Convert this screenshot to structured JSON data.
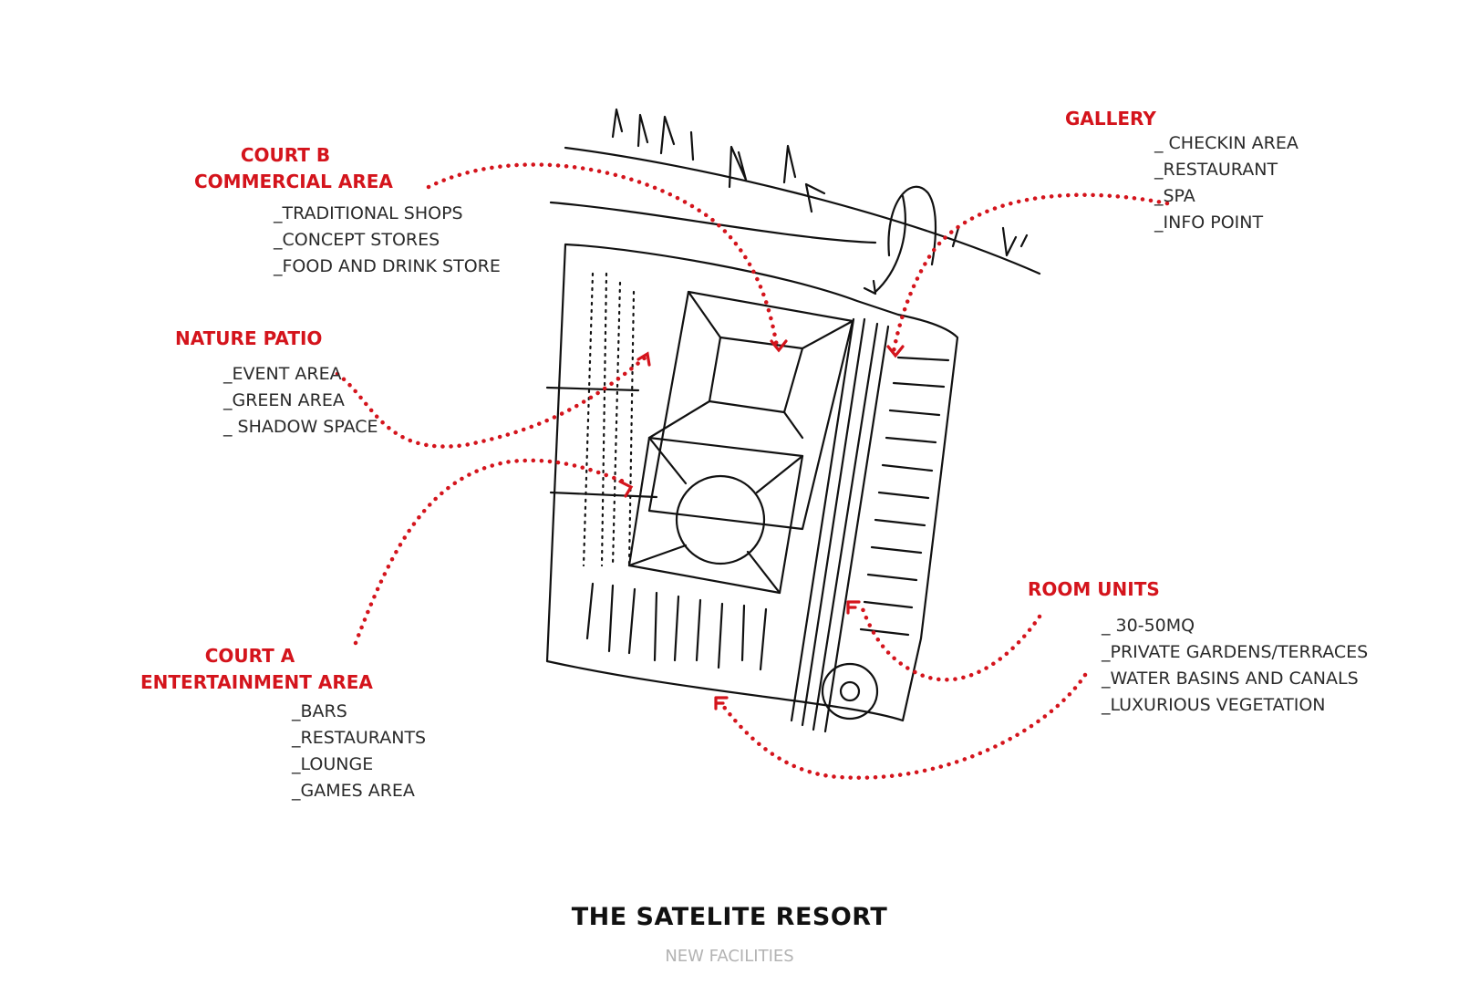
{
  "title": "THE SATELITE RESORT",
  "subtitle": "NEW FACILITIES",
  "accent_color": "#d4141c",
  "callouts": {
    "court_b": {
      "heading": [
        "COURT B",
        "COMMERCIAL AREA"
      ],
      "items": [
        "_TRADITIONAL SHOPS",
        "_CONCEPT STORES",
        "_FOOD AND DRINK STORE"
      ]
    },
    "nature_patio": {
      "heading": [
        "NATURE PATIO"
      ],
      "items": [
        "_EVENT AREA",
        "_GREEN AREA",
        "_ SHADOW SPACE"
      ]
    },
    "court_a": {
      "heading": [
        "COURT A",
        "ENTERTAINMENT AREA"
      ],
      "items": [
        "_BARS",
        "_RESTAURANTS",
        "_LOUNGE",
        "_GAMES AREA"
      ]
    },
    "gallery": {
      "heading": [
        "GALLERY"
      ],
      "items": [
        "_ CHECKIN AREA",
        "_RESTAURANT",
        "_SPA",
        "_INFO POINT"
      ]
    },
    "room_units": {
      "heading": [
        "ROOM UNITS"
      ],
      "items": [
        "_ 30-50MQ",
        "_PRIVATE GARDENS/TERRACES",
        "_WATER BASINS AND CANALS",
        "_LUXURIOUS VEGETATION"
      ]
    }
  }
}
